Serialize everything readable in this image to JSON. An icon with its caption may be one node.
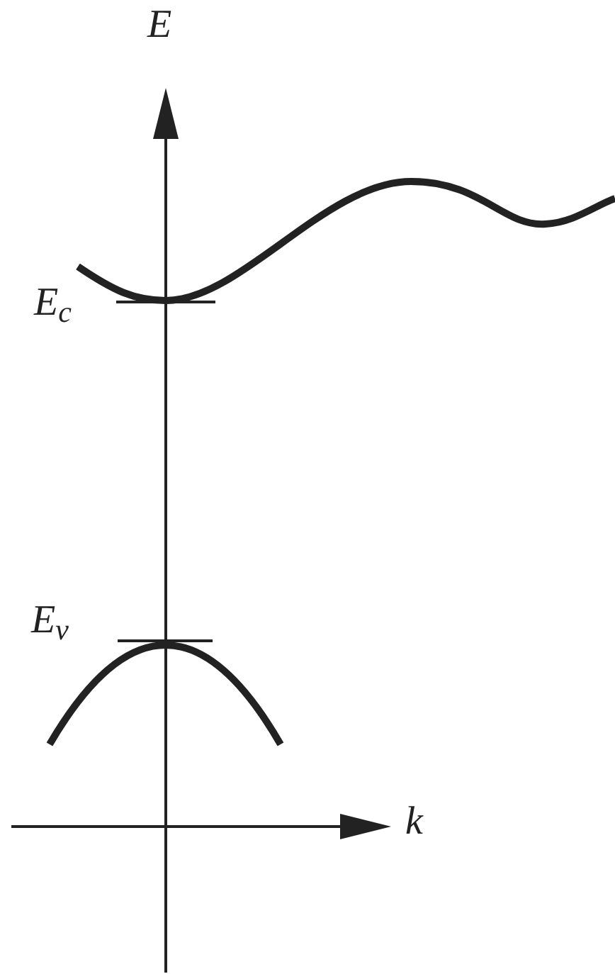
{
  "diagram": {
    "labels": [
      "E",
      "E$_{c}$",
      "E$_{v}$",
      "k"
    ]
  }
}
